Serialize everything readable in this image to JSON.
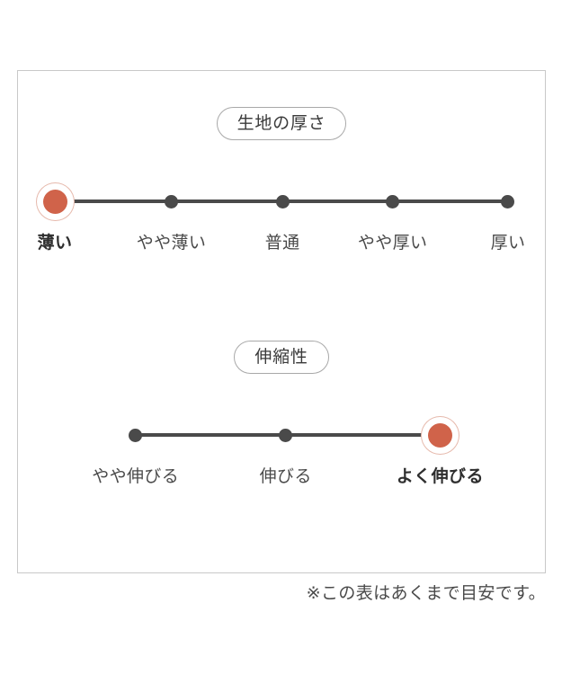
{
  "colors": {
    "active_dot": "#d0634a",
    "active_ring": "#e6b9ac",
    "dot": "#4a4a4a",
    "line": "#4a4a4a",
    "card_border": "#c9c9c9",
    "badge_border": "#a8a8a8",
    "text": "#4a4a4a"
  },
  "footnote": "※この表はあくまで目安です。",
  "chart_data": {
    "type": "scale",
    "title": "",
    "scales": [
      {
        "id": "fabric-thickness",
        "badge": "生地の厚さ",
        "categories": [
          "薄い",
          "やや薄い",
          "普通",
          "やや厚い",
          "厚い"
        ],
        "positions": [
          7.0,
          29.1,
          50.2,
          71.1,
          93.0
        ],
        "selected_index": 0,
        "selected_label": "薄い"
      },
      {
        "id": "stretchiness",
        "badge": "伸縮性",
        "categories": [
          "やや伸びる",
          "伸びる",
          "よく伸びる"
        ],
        "positions": [
          22.3,
          50.8,
          80.1
        ],
        "selected_index": 2,
        "selected_label": "よく伸びる"
      }
    ]
  }
}
